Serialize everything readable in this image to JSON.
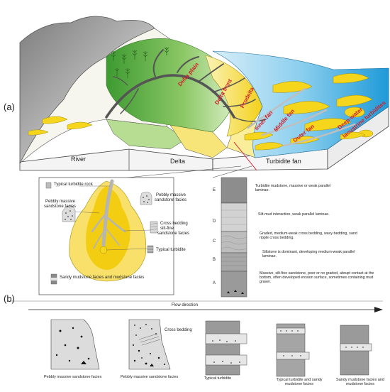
{
  "panel_labels": {
    "a": "(a)",
    "b": "(b)"
  },
  "zones": {
    "river": "River",
    "delta": "Delta",
    "fan": "Turbidite fan"
  },
  "block_labels": {
    "delta_plain": "Delta plain",
    "delta_front": "Delta front",
    "prodelta": "Prodelta",
    "inner_fan": "Inner fan",
    "middle_fan": "Middle fan",
    "outer_fan": "Outer fan",
    "deep_water": "Deep-water",
    "lacustrine": "lacustrine turbidites"
  },
  "fan_facies": {
    "typical_rock": "Typical turbidite rock",
    "pebbly_left_1": "Pebbly massive",
    "pebbly_left_2": "sandstone facies",
    "pebbly_right_1": "Pebbly massive",
    "pebbly_right_2": "sandstone facies",
    "cross_1": "Cross bedding",
    "cross_2": "silt-fine",
    "cross_3": "sandstone facies",
    "typical_turbidite": "Typical turbidite",
    "sandy_mudstone": "Sandy mudstone facies and mudstone facies"
  },
  "sequence": [
    {
      "letter": "E",
      "text": "Turbidite mudstone, massive or weak parallel laminae."
    },
    {
      "letter": "D",
      "text": "Silt-mud interaction, weak parallel laminae."
    },
    {
      "letter": "C",
      "text": "Graded, medium-weak cross bedding, wavy bedding, sand ripple cross bedding."
    },
    {
      "letter": "B",
      "text": "Siltstone is dominant, developing medium-weak parallel laminae."
    },
    {
      "letter": "A",
      "text": "Massive, silt-fine sandstone, poor or no graded, abrupt contact at the bottom, often developed erosion surface, sometimes containing mud gravel."
    }
  ],
  "flow_direction": "Flow direction",
  "facies_b": {
    "cross_bedding": "Cross bedding",
    "captions": [
      "Pebbly massive sandstone facies",
      "Pebbly  massive sandstone facies",
      "Typical turbidite",
      "Typical turbidite and sandy mudstone facies",
      "Sandy mudstone facies and mudstone facies"
    ]
  },
  "colors": {
    "mountain": "#9b9b9b",
    "green": "#4fae3c",
    "light_green": "#cfe7b5",
    "yellow": "#f5d61c",
    "pale_yellow": "#fbf0a2",
    "blue": "#47b2e3",
    "pale_blue": "#cfeaf7",
    "grey_core": "#c8c8c8",
    "accent_red": "#d0202a"
  }
}
